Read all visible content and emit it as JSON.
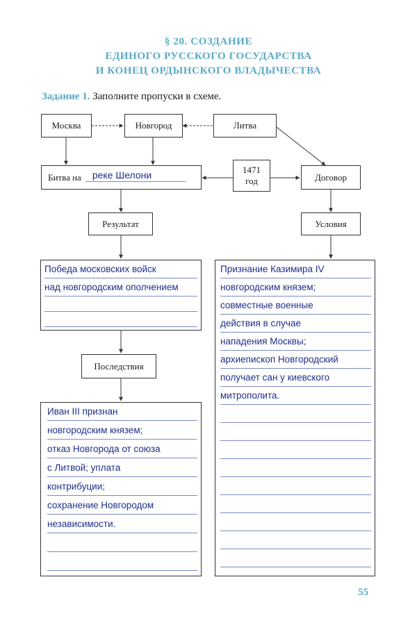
{
  "header": {
    "title_line1": "§ 20. СОЗДАНИЕ",
    "title_line2": "ЕДИНОГО РУССКОГО ГОСУДАРСТВА",
    "title_line3": "И КОНЕЦ ОРДЫНСКОГО ВЛАДЫЧЕСТВА"
  },
  "task": {
    "label": "Задание 1.",
    "text": "Заполните пропуски в схеме."
  },
  "scheme": {
    "moscow": "Москва",
    "novgorod": "Новгород",
    "litva": "Литва",
    "battle_prefix": "Битва на",
    "battle_answer": "реке Шелони",
    "year_number": "1471",
    "year_word": "год",
    "treaty": "Договор",
    "result": "Результат",
    "conditions": "Условия",
    "consequences": "Последствия"
  },
  "result_lines": [
    "Победа московских войск",
    "над новгородским ополчением",
    "",
    ""
  ],
  "conditions_lines": [
    "Признание Казимира IV",
    "новгородским князем;",
    "совместные военные",
    "действия в случае",
    "нападения Москвы;",
    "архиепископ Новгородский",
    "получает сан у киевского",
    "митрополита.",
    "",
    "",
    "",
    "",
    "",
    "",
    "",
    "",
    ""
  ],
  "consequences_lines": [
    "Иван III признан",
    "новгородским князем;",
    "отказ Новгорода от союза",
    "с Литвой; уплата",
    "контрибуции;",
    "сохранение Новгородом",
    "независимости.",
    "",
    ""
  ],
  "page_number": "55"
}
